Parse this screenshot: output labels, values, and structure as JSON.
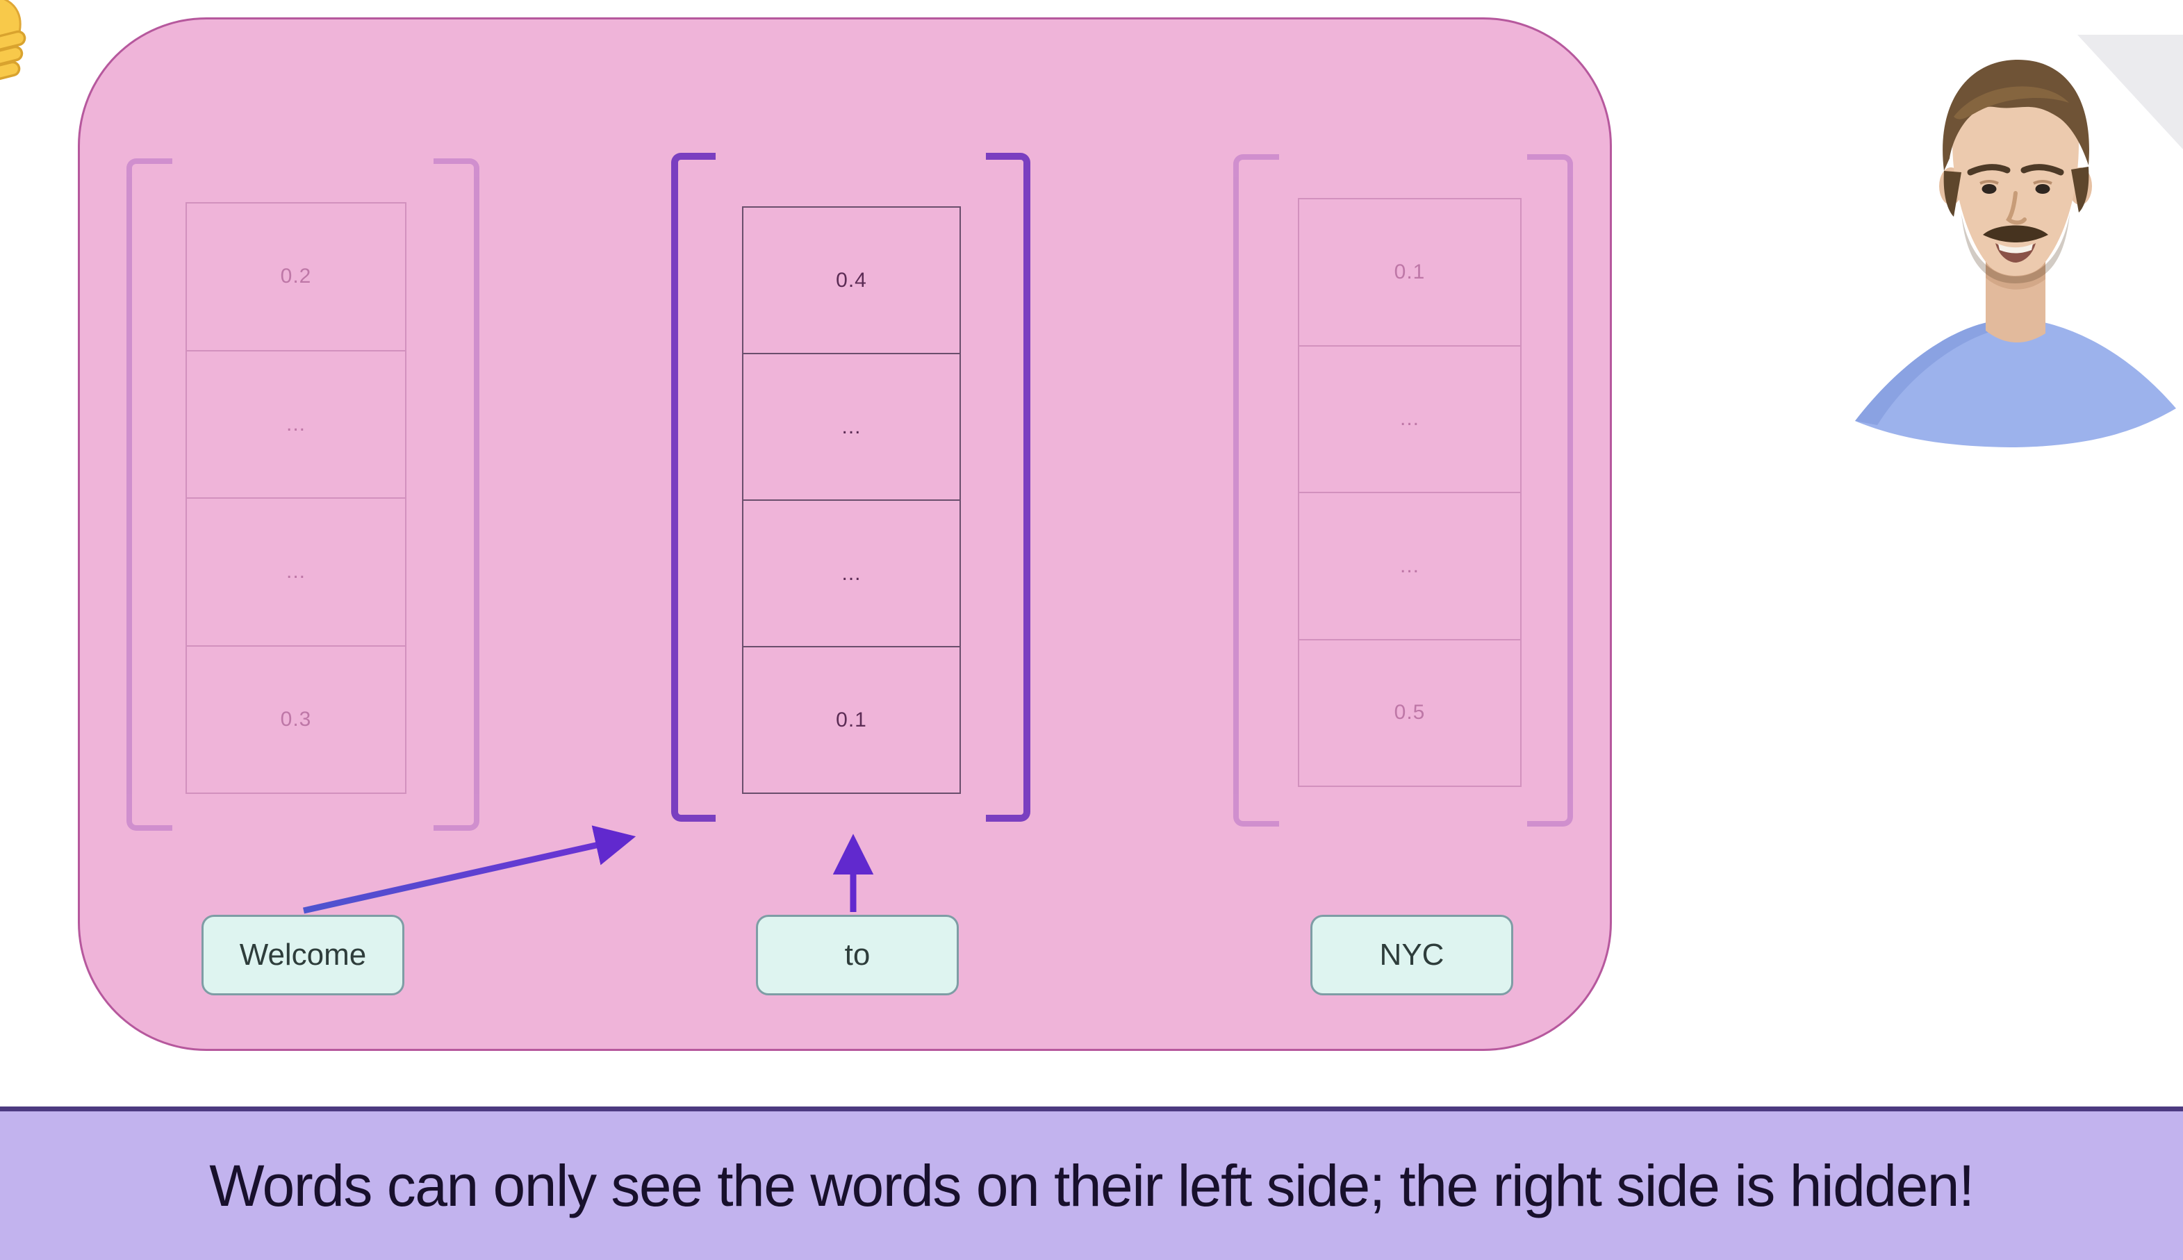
{
  "slide": {
    "caption": "Words can only see the words on their left side; the right side is hidden!"
  },
  "vectors": [
    {
      "word": "Welcome",
      "state": "faded",
      "values": [
        "0.2",
        "...",
        "...",
        "0.3"
      ]
    },
    {
      "word": "to",
      "state": "active",
      "values": [
        "0.4",
        "...",
        "...",
        "0.1"
      ]
    },
    {
      "word": "NYC",
      "state": "faded",
      "values": [
        "0.1",
        "...",
        "...",
        "0.5"
      ]
    }
  ],
  "colors": {
    "panel_pink": "#efb4d9",
    "panel_border": "#ac4892",
    "bracket_active": "#7a3fc0",
    "arrow_purple": "#6129ce",
    "word_box_bg": "#def4f0",
    "word_box_border": "#7e9da5",
    "caption_bg": "#c2b3ee",
    "caption_border": "#4c3a80",
    "shirt_blue": "#9cb2ec"
  },
  "icons": {
    "emoji_fragment": "hand-emoji-fragment",
    "webcam": "presenter-webcam",
    "arrow_welcome": "arrow-welcome-to-vector",
    "arrow_to": "arrow-to-to-vector"
  }
}
